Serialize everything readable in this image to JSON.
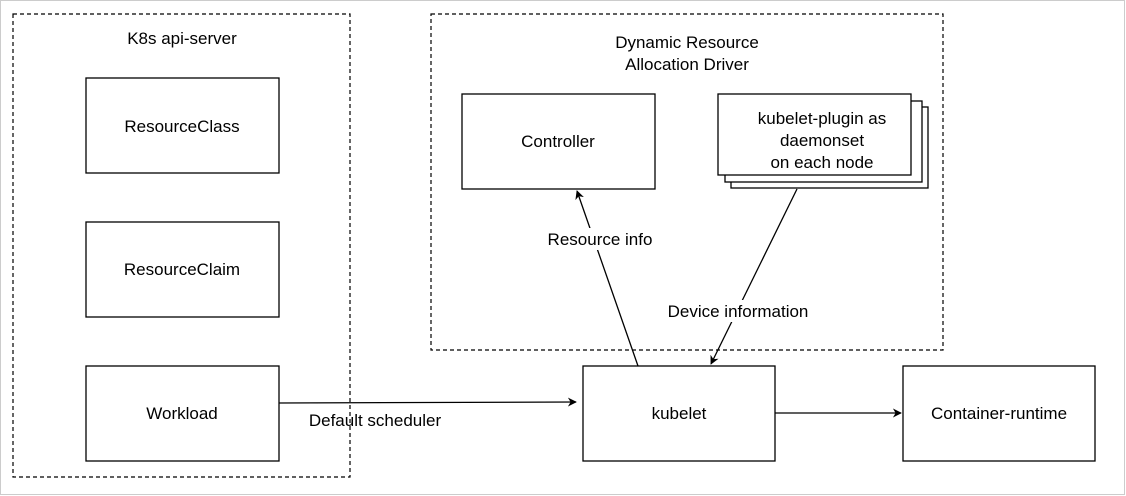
{
  "groups": {
    "api_server": {
      "title": "K8s api-server"
    },
    "dra_driver": {
      "title_line1": "Dynamic Resource",
      "title_line2": "Allocation Driver"
    }
  },
  "nodes": {
    "resource_class": "ResourceClass",
    "resource_claim": "ResourceClaim",
    "workload": "Workload",
    "controller": "Controller",
    "kubelet_plugin": {
      "line1": "kubelet-plugin as",
      "line2": "daemonset",
      "line3": "on each node"
    },
    "kubelet": "kubelet",
    "container_runtime": "Container-runtime"
  },
  "edges": {
    "resource_info": "Resource info",
    "device_information": "Device information",
    "default_scheduler": "Default scheduler"
  }
}
